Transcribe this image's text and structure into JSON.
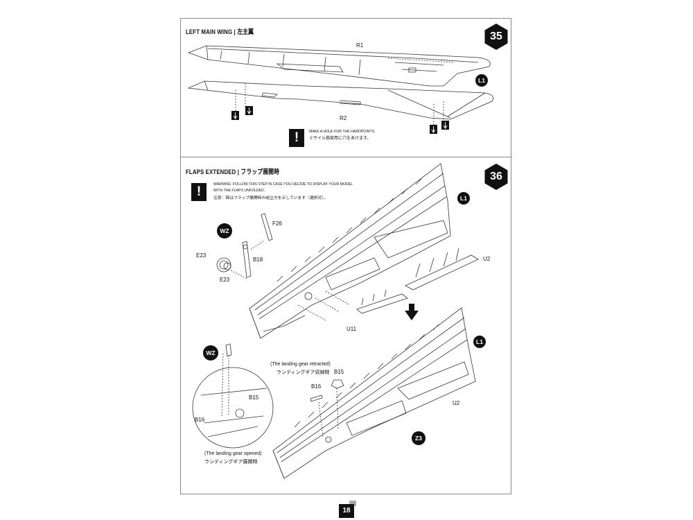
{
  "page": {
    "number": "18"
  },
  "step35": {
    "number": "35",
    "title": "LEFT MAIN WING | 左主翼",
    "parts": {
      "r1": "R1",
      "r2": "R2",
      "l1": "L1"
    },
    "note_line1": "MAKE A HOLE FOR THE HARDPOINTS.",
    "note_line2": "ミサイル懸架用に穴をあけます。",
    "warn_symbol": "!"
  },
  "step36": {
    "number": "36",
    "title": "FLAPS EXTENDED | フラップ展開時",
    "warn_symbol": "!",
    "warning_line1": "WARNING: FOLLOW THIS STEP IN CASE YOU DECIDE TO DISPLAY YOUR MODEL",
    "warning_line2": "WITH THE FLAPS UNFOLDED.",
    "warning_line3": "注意：図はフラップ展開時の組立方を示しています（選択式）。",
    "parts": {
      "wz_top": "WZ",
      "f26": "F26",
      "b18": "B18",
      "e23_top": "E23",
      "e23_bottom": "E23",
      "l1_top": "L1",
      "u2_top": "U2",
      "u11": "U11",
      "l1_bottom": "L1",
      "wz_bottom": "WZ",
      "retracted_en": "(The landing gear retracted)",
      "retracted_jp": "ランディングギア収納時",
      "b15_right": "B15",
      "b16_right": "B16",
      "b15_left": "B15",
      "b16_left": "B16",
      "u2_bottom": "U2",
      "z3": "Z3",
      "opened_en": "(The landing gear opened)",
      "opened_jp": "ランディングギア展開時"
    }
  }
}
